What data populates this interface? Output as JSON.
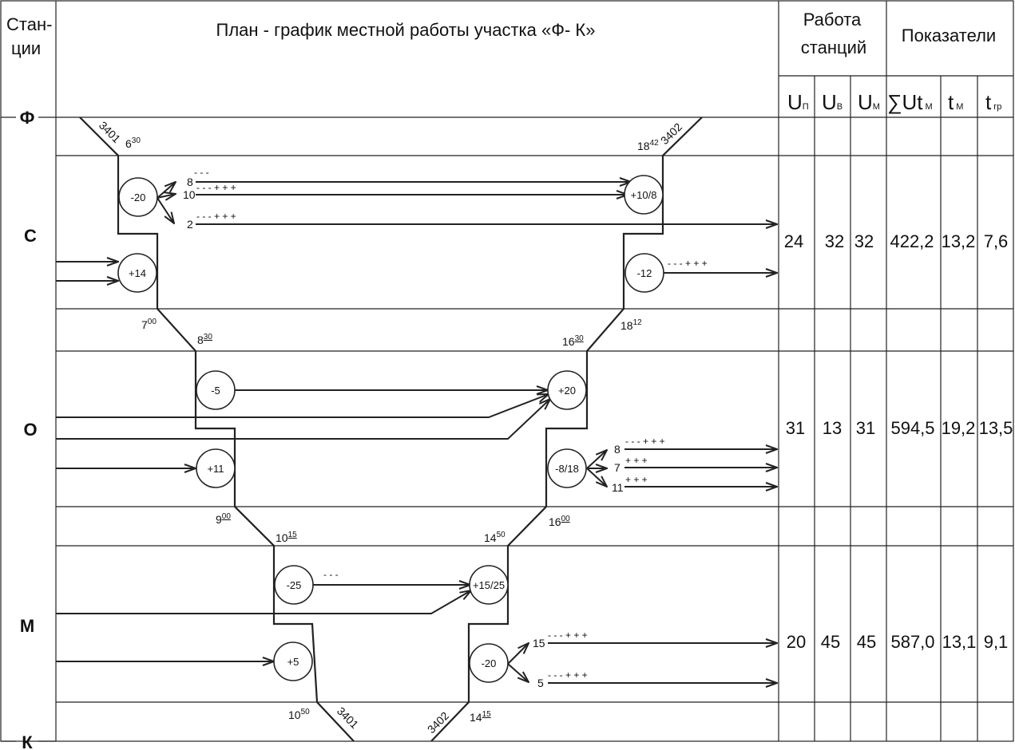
{
  "header": {
    "stations_col_line1": "Стан-",
    "stations_col_line2": "ции",
    "title": "План - график местной работы участка «Ф- К»",
    "work_line1": "Работа",
    "work_line2": "станций",
    "indicators": "Показатели",
    "sub_headers": [
      {
        "main": "U",
        "sub": "П"
      },
      {
        "main": "U",
        "sub": "В"
      },
      {
        "main": "U",
        "sub": "М"
      },
      {
        "main": "∑Ut",
        "sub": "М"
      },
      {
        "main": "t",
        "sub": "М"
      },
      {
        "main": "t",
        "sub": "гр"
      }
    ]
  },
  "stations": [
    "Ф",
    "С",
    "О",
    "М",
    "К"
  ],
  "table_rows": [
    {
      "station": "С",
      "values": [
        "24",
        "32",
        "32",
        "422,2",
        "13,2",
        "7,6"
      ]
    },
    {
      "station": "О",
      "values": [
        "31",
        "13",
        "31",
        "594,5",
        "19,2",
        "13,5"
      ]
    },
    {
      "station": "М",
      "values": [
        "20",
        "45",
        "45",
        "587,0",
        "13,1",
        "9,1"
      ]
    }
  ],
  "trains": {
    "down": "3401",
    "up": "3402"
  },
  "times": [
    {
      "h": "6",
      "m": "30",
      "underline": false
    },
    {
      "h": "7",
      "m": "00",
      "underline": false
    },
    {
      "h": "8",
      "m": "30",
      "underline": true
    },
    {
      "h": "9",
      "m": "00",
      "underline": true
    },
    {
      "h": "10",
      "m": "15",
      "underline": true
    },
    {
      "h": "10",
      "m": "50",
      "underline": false
    },
    {
      "h": "14",
      "m": "15",
      "underline": true
    },
    {
      "h": "14",
      "m": "50",
      "underline": false
    },
    {
      "h": "16",
      "m": "00",
      "underline": true
    },
    {
      "h": "16",
      "m": "30",
      "underline": true
    },
    {
      "h": "18",
      "m": "12",
      "underline": false
    },
    {
      "h": "18",
      "m": "42",
      "underline": false
    }
  ],
  "operations": [
    "-20",
    "+14",
    "+10/8",
    "-12",
    "-5",
    "+20",
    "+11",
    "-8/18",
    "-25",
    "+15/25",
    "+5",
    "-20"
  ],
  "car_counts": [
    "8",
    "10",
    "2",
    "8",
    "7",
    "11",
    "15",
    "5"
  ],
  "marks": [
    "- - -",
    "- - - + + +",
    "- - - + + +",
    "- - - + + +",
    "- - - + + +",
    "+ + +",
    "+ + +",
    "- - -",
    "- - - + + +",
    "- - - + + +"
  ]
}
